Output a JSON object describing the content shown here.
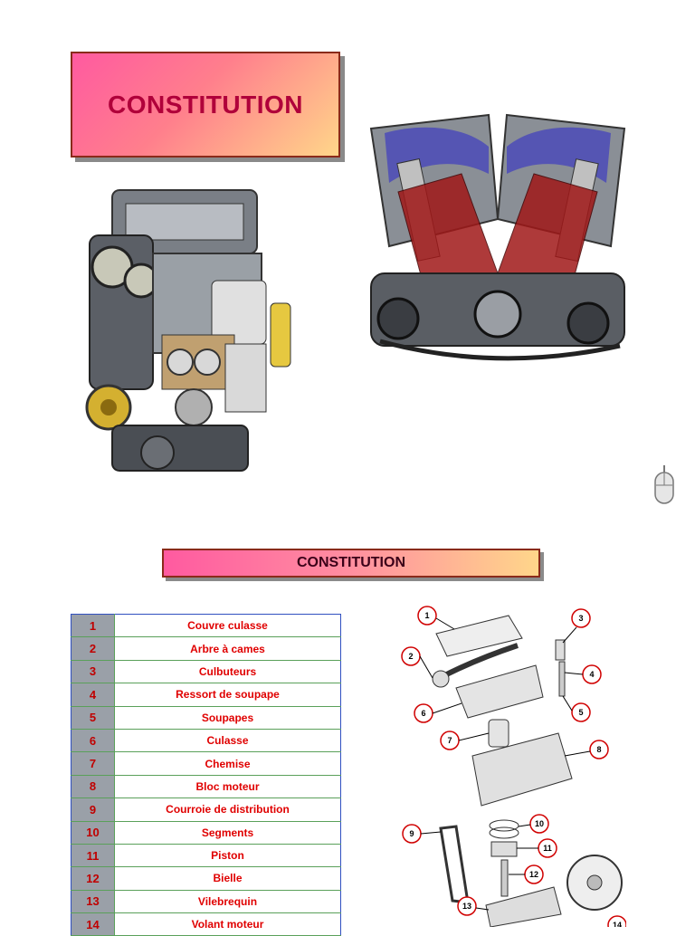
{
  "page": {
    "title": "CONSTITUTION",
    "subtitle": "CONSTITUTION"
  },
  "illustrations": {
    "inline_engine": "inline-4-engine-cutaway",
    "v_engine": "v-engine-cutaway",
    "mouse": "mouse-icon",
    "exploded_view": "engine-exploded-view"
  },
  "colors": {
    "title_text": "#b0003a",
    "table_text": "#e00000",
    "number_cell_bg": "#9aa0a8"
  },
  "parts": [
    {
      "num": "1",
      "name": "Couvre culasse"
    },
    {
      "num": "2",
      "name": "Arbre à cames"
    },
    {
      "num": "3",
      "name": "Culbuteurs"
    },
    {
      "num": "4",
      "name": "Ressort de soupape"
    },
    {
      "num": "5",
      "name": "Soupapes"
    },
    {
      "num": "6",
      "name": "Culasse"
    },
    {
      "num": "7",
      "name": "Chemise"
    },
    {
      "num": "8",
      "name": "Bloc moteur"
    },
    {
      "num": "9",
      "name": "Courroie de distribution"
    },
    {
      "num": "10",
      "name": "Segments"
    },
    {
      "num": "11",
      "name": "Piston"
    },
    {
      "num": "12",
      "name": "Bielle"
    },
    {
      "num": "13",
      "name": "Vilebrequin"
    },
    {
      "num": "14",
      "name": "Volant moteur"
    }
  ],
  "callouts": [
    "1",
    "2",
    "3",
    "4",
    "5",
    "6",
    "7",
    "8",
    "9",
    "10",
    "11",
    "12",
    "13",
    "14"
  ]
}
